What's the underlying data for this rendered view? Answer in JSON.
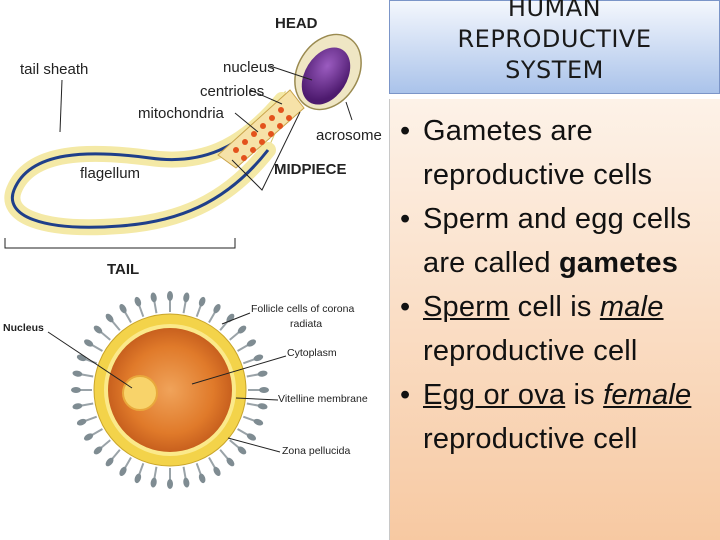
{
  "title": {
    "line1": "HUMAN",
    "line2": "REPRODUCTIVE",
    "line3": "SYSTEM"
  },
  "sperm_labels": {
    "head": "HEAD",
    "tail_sheath": "tail sheath",
    "nucleus": "nucleus",
    "centrioles": "centrioles",
    "mitochondria": "mitochondria",
    "acrosome": "acrosome",
    "flagellum": "flagellum",
    "midpiece": "MIDPIECE",
    "tail": "TAIL"
  },
  "egg_labels": {
    "nucleus": "Nucleus",
    "follicle_1": "Follicle cells of corona",
    "follicle_2": "radiata",
    "cytoplasm": "Cytoplasm",
    "vitelline": "Vitelline membrane",
    "zona": "Zona pellucida"
  },
  "bullets": {
    "b1": {
      "l1": "Gametes are",
      "l2": "reproductive cells"
    },
    "b2": {
      "l1": "Sperm and egg cells",
      "l2_pre": "are called ",
      "l2_bold": "gametes"
    },
    "b3": {
      "w1": "Sperm",
      "w2": " cell is ",
      "w3": "male",
      "l2": "reproductive cell"
    },
    "b4": {
      "w1": "Egg or ova",
      "w2": " is ",
      "w3": "female",
      "l2": "reproductive cell"
    }
  },
  "colors": {
    "tail_fill": "#f4e9a6",
    "tail_core": "#1f3f8a",
    "nucleus": "#6a2c8c",
    "mito": "#e3521c",
    "egg_cytoplasm": "#e07a2a",
    "zona": "#f3d34a"
  }
}
